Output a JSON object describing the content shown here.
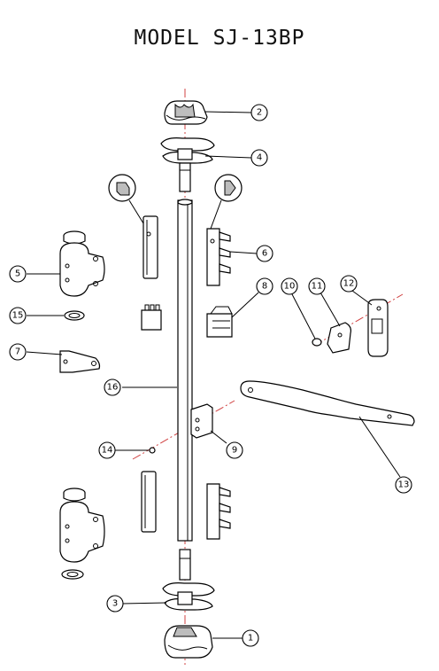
{
  "title": "MODEL SJ-13BP",
  "callouts": [
    {
      "id": "c1",
      "label": "1"
    },
    {
      "id": "c2",
      "label": "2"
    },
    {
      "id": "c3",
      "label": "3"
    },
    {
      "id": "c4",
      "label": "4"
    },
    {
      "id": "c5",
      "label": "5"
    },
    {
      "id": "c6",
      "label": "6"
    },
    {
      "id": "c7",
      "label": "7"
    },
    {
      "id": "c8",
      "label": "8"
    },
    {
      "id": "c9",
      "label": "9"
    },
    {
      "id": "c10",
      "label": "10"
    },
    {
      "id": "c11",
      "label": "11"
    },
    {
      "id": "c12",
      "label": "12"
    },
    {
      "id": "c13",
      "label": "13"
    },
    {
      "id": "c14",
      "label": "14"
    },
    {
      "id": "c15",
      "label": "15"
    },
    {
      "id": "c16",
      "label": "16"
    }
  ]
}
